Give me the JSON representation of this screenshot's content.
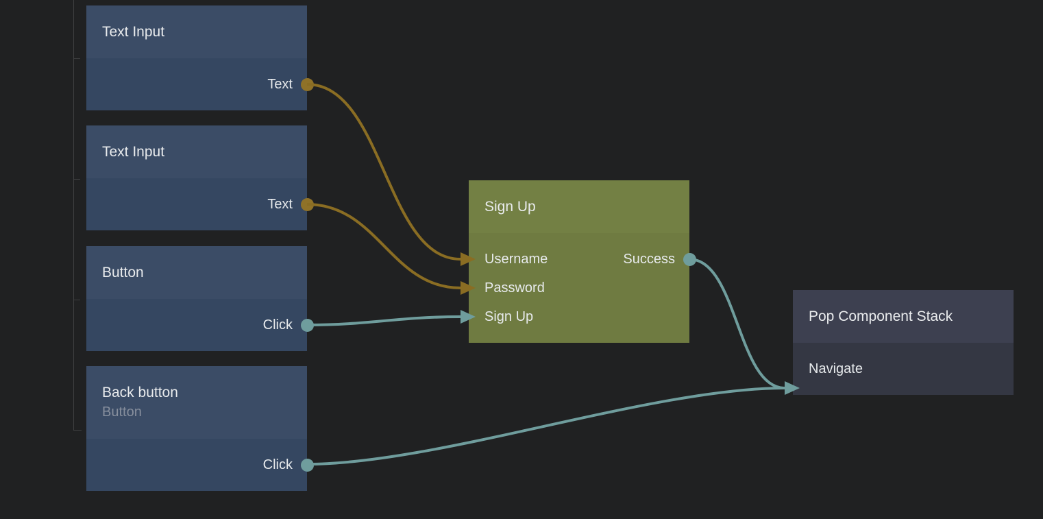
{
  "app": {
    "name": "visual node graph editor"
  },
  "palette": {
    "canvas_bg": "#202122",
    "guide_line": "#3e3f40",
    "node_blue_header": "#3b4c66",
    "node_blue_body": "#354761",
    "node_green_header": "#738044",
    "node_green_body": "#6f7b41",
    "node_gray_header": "#3d4050",
    "node_gray_body": "#343743",
    "wire_orange": "#8a6d23",
    "dot_orange": "#8f7228",
    "wire_teal": "#6f9d9d",
    "title_text": "#e9ebed",
    "subtitle_text": "#878f9d",
    "port_text": "#e7eaec"
  },
  "nodes": [
    {
      "title": "Text Input",
      "outputs": [
        {
          "label": "Text",
          "type": "data"
        }
      ]
    },
    {
      "title": "Text Input",
      "outputs": [
        {
          "label": "Text",
          "type": "data"
        }
      ]
    },
    {
      "title": "Button",
      "outputs": [
        {
          "label": "Click",
          "type": "signal"
        }
      ]
    },
    {
      "title": "Back button",
      "subtitle": "Button",
      "outputs": [
        {
          "label": "Click",
          "type": "signal"
        }
      ]
    },
    {
      "title": "Sign Up",
      "inputs": [
        {
          "label": "Username",
          "type": "data"
        },
        {
          "label": "Password",
          "type": "data"
        },
        {
          "label": "Sign Up",
          "type": "signal"
        }
      ],
      "outputs": [
        {
          "label": "Success",
          "type": "signal"
        }
      ]
    },
    {
      "title": "Pop Component Stack",
      "inputs": [
        {
          "label": "Navigate",
          "type": "signal"
        }
      ]
    }
  ],
  "connections": [
    {
      "from": "Text Input (1) / Text",
      "to": "Sign Up / Username",
      "type": "data"
    },
    {
      "from": "Text Input (2) / Text",
      "to": "Sign Up / Password",
      "type": "data"
    },
    {
      "from": "Button / Click",
      "to": "Sign Up / Sign Up",
      "type": "signal"
    },
    {
      "from": "Sign Up / Success",
      "to": "Pop Component Stack / Navigate",
      "type": "signal"
    },
    {
      "from": "Back button / Click",
      "to": "Pop Component Stack / Navigate",
      "type": "signal"
    }
  ]
}
